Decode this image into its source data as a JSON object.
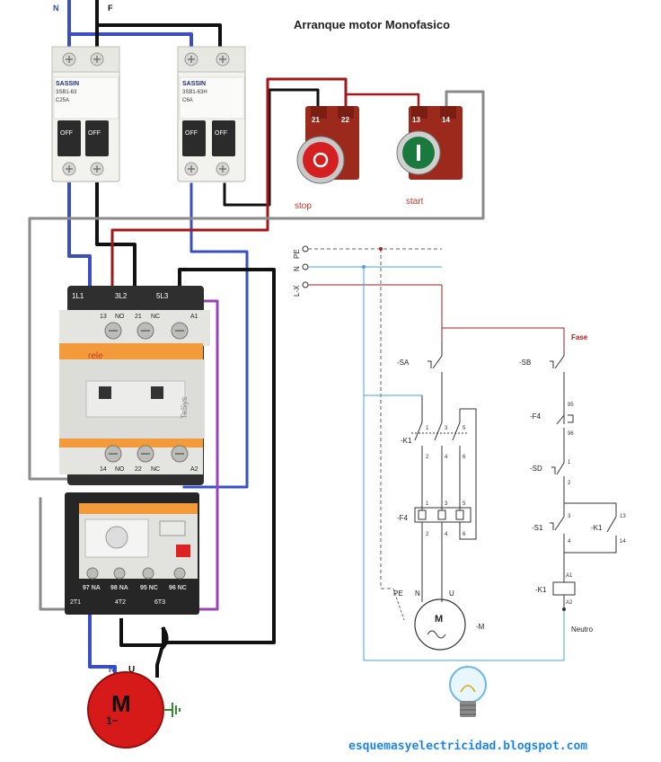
{
  "title": "Arranque motor Monofasico",
  "supply_labels": {
    "neutral": "N",
    "phase": "F"
  },
  "breakers": [
    {
      "brand": "SASSIN",
      "model": "3SB1-63",
      "rating": "C25A",
      "off_left": "OFF",
      "off_right": "OFF"
    },
    {
      "brand": "SASSIN",
      "model": "3SB1-63H",
      "rating": "C6A",
      "off_left": "OFF",
      "off_right": "OFF"
    }
  ],
  "pushbuttons": {
    "stop": {
      "label": "stop",
      "t1": "21",
      "t2": "22"
    },
    "start": {
      "label": "start",
      "t1": "13",
      "t2": "14"
    }
  },
  "contactor": {
    "top_terminals": [
      "1L1",
      "3L2",
      "5L3"
    ],
    "aux_top": [
      "13",
      "NO",
      "21",
      "NC",
      "A1"
    ],
    "label": "rele",
    "brand": "TeSys",
    "aux_bottom": [
      "14",
      "NO",
      "22",
      "NC",
      "A2"
    ],
    "bottom_terminals": [
      "2T1",
      "4T2",
      "6T3"
    ]
  },
  "overload": {
    "contacts": [
      "97 NA",
      "98 NA",
      "95 NC",
      "96 NC"
    ],
    "outputs": [
      "2T1",
      "4T2",
      "6T3"
    ]
  },
  "motor": {
    "symbol": "M",
    "sub": "1~",
    "n": "N",
    "u": "U"
  },
  "schematic": {
    "rails": [
      "PE",
      "N",
      "L-X"
    ],
    "power": {
      "sa": "-SA",
      "k1": "-K1",
      "f4": "-F4",
      "m": "-M",
      "pe": "PE",
      "n": "N",
      "u": "U",
      "k_top": [
        "1",
        "3",
        "5"
      ],
      "k_bot": [
        "2",
        "4",
        "6"
      ],
      "f_top": [
        "1",
        "3",
        "5"
      ],
      "f_bot": [
        "2",
        "4",
        "6"
      ]
    },
    "control": {
      "fase": "Fase",
      "sb": "-SB",
      "f4": "-F4",
      "sd": "-SD",
      "s1": "-S1",
      "k1c": "-K1",
      "k1": "-K1",
      "n95": "95",
      "n96": "96",
      "n1": "1",
      "n2": "2",
      "n3": "3",
      "n4": "4",
      "n13": "13",
      "n14": "14",
      "a1": "A1",
      "a2": "A2",
      "neutro": "Neutro"
    }
  },
  "watermark": "esquemasyelectricidad.blogspot.com",
  "colors": {
    "blue": "#3a4fc4",
    "black": "#111111",
    "red": "#a01818",
    "grey": "#8a8a8a",
    "purple": "#9a45b5",
    "schem_blue": "#4aa3d8",
    "schem_red": "#a02020"
  }
}
